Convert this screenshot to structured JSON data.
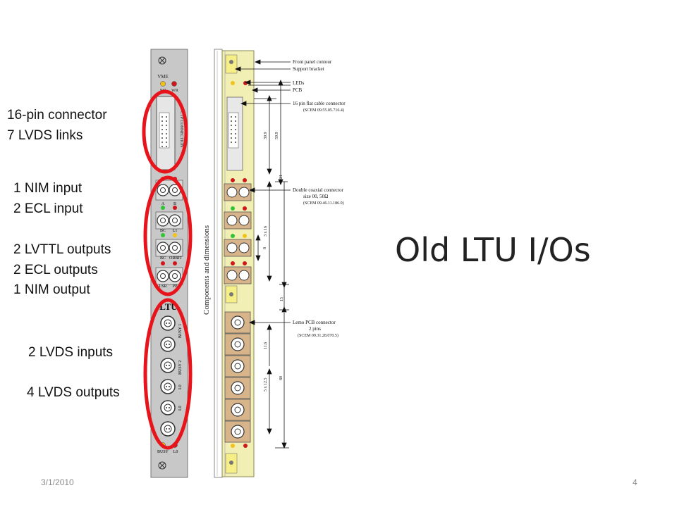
{
  "slide": {
    "title": "Old LTU I/Os",
    "date": "3/1/2010",
    "page_number": "4"
  },
  "annotations": [
    "16-pin connector",
    "7 LVDS links",
    "1 NIM input",
    "2 ECL input",
    "2 LVTTL outputs",
    "2 ECL outputs",
    "1 NIM output",
    "2 LVDS inputs",
    "4 LVDS outputs"
  ],
  "front_panel": {
    "vme": "VME",
    "rd": "RD",
    "wr": "WR",
    "ctp_connection": "CTP CONNECTION",
    "pairs": [
      [
        "A",
        "B"
      ],
      [
        "BC",
        "L1"
      ],
      [
        "BC",
        "ORBIT"
      ],
      [
        "LSR",
        "PP"
      ]
    ],
    "module_name": "LTU",
    "lemo_labels": [
      "BUSY 1",
      "BUSY 2",
      "L0",
      "L0"
    ],
    "bottom_labels": [
      "BUSY",
      "L0"
    ]
  },
  "side_view": {
    "vertical_title": "Components and dimensions",
    "callouts": [
      "Front panel contour",
      "Support bracket",
      "LEDs",
      "PCB",
      "16 pin flat cable connector",
      "(SCEM 09.55.05.716.4)",
      "Double coaxial connector",
      "size 00, 50Ω",
      "(SCEM 09.46.11.186.0)",
      "Lemo PCB connector",
      "2 pins",
      "(SCEM 09.31.28.070.5)"
    ],
    "dimensions": [
      "39.9",
      "59.9",
      "121",
      "3 x 16",
      "8",
      "15",
      "11.6",
      "5 x 12.5",
      "80"
    ]
  },
  "colors": {
    "highlight": "#e8141b",
    "panel": "#c8c8c8",
    "pcb": "#f2efb4",
    "connector": "#d8b48a"
  }
}
